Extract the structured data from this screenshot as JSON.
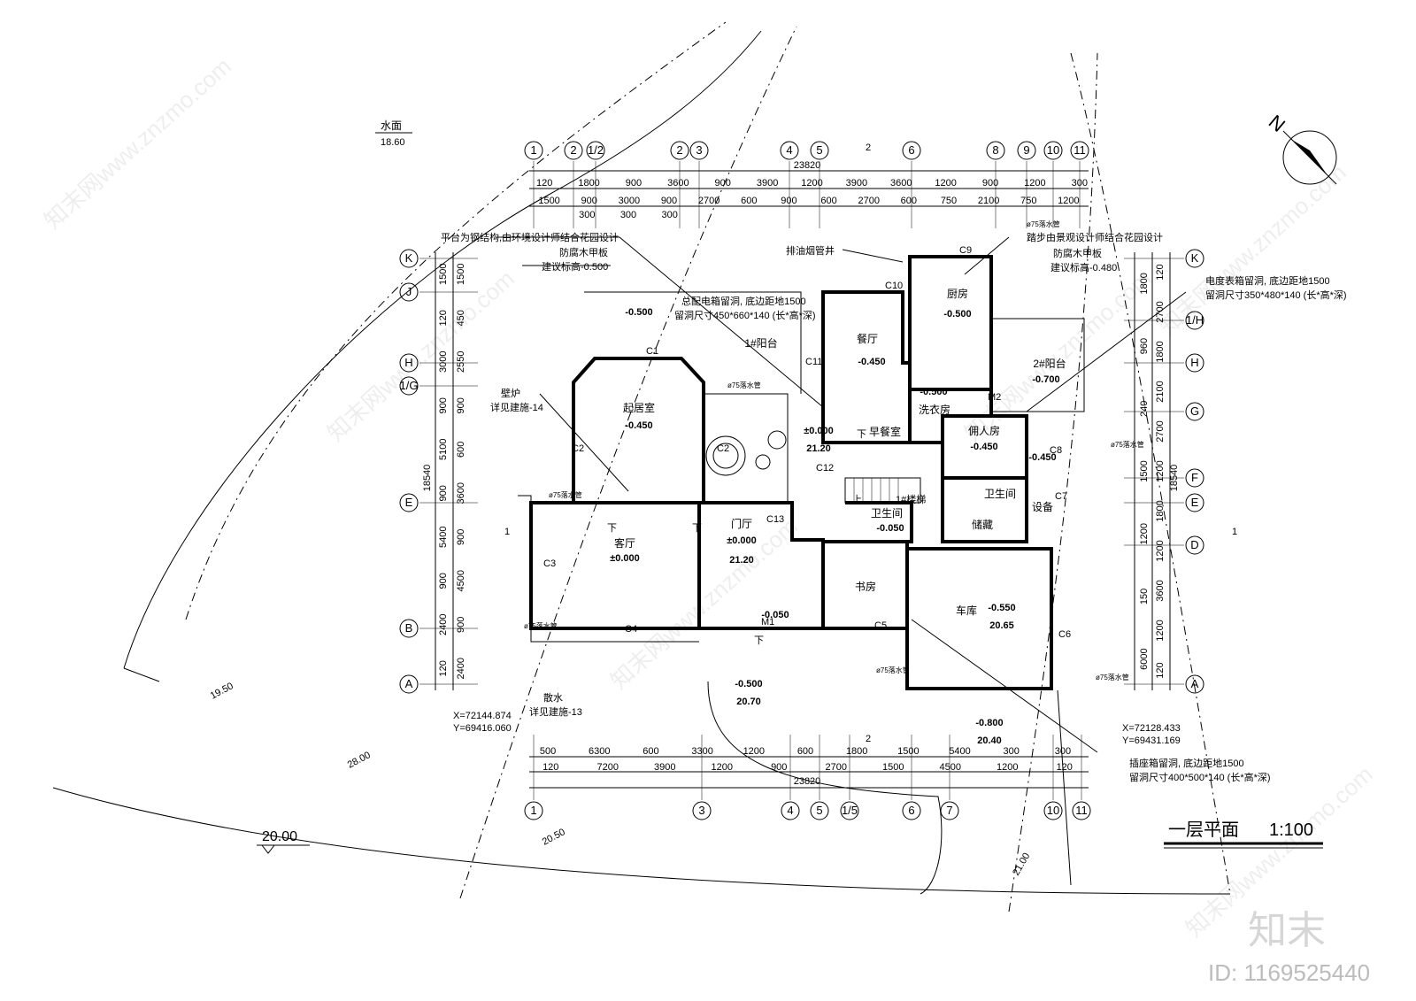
{
  "drawing": {
    "title": "一层平面",
    "scale": "1:100",
    "north": "N",
    "water_label": "水面",
    "water_level": "18.60",
    "site_level_left": "20.00",
    "brand": "知末",
    "id_text": "ID: 1169525440",
    "watermark": "知末网www.znzmo.com"
  },
  "axes_top": [
    "1",
    "2",
    "1/2",
    "2",
    "3",
    "4",
    "5",
    "6",
    "8",
    "9",
    "10",
    "11"
  ],
  "axes_bottom": [
    "1",
    "3",
    "4",
    "5",
    "1/5",
    "6",
    "7",
    "10",
    "11"
  ],
  "axes_left": [
    "K",
    "J",
    "H",
    "1/G",
    "E",
    "B",
    "A"
  ],
  "axes_right": [
    "K",
    "1/H",
    "H",
    "G",
    "F",
    "E",
    "D",
    "A"
  ],
  "dims": {
    "total_width": "23820",
    "total_height": "18540",
    "top_row1": [
      "120",
      "1800",
      "900",
      "3600",
      "900",
      "3900",
      "1200",
      "3900",
      "3600",
      "1200",
      "900",
      "1200",
      "300"
    ],
    "top_row2": [
      "1500",
      "900",
      "3000",
      "900",
      "2700",
      "600",
      "900",
      "600",
      "2700",
      "600",
      "750",
      "2100",
      "750",
      "1200"
    ],
    "top_row3": [
      "300",
      "300",
      "300"
    ],
    "bottom_row1": [
      "500",
      "6300",
      "600",
      "3300",
      "1200",
      "600",
      "1800",
      "1500",
      "5400",
      "300",
      "300"
    ],
    "bottom_row2": [
      "120",
      "7200",
      "3900",
      "1200",
      "900",
      "2700",
      "1500",
      "4500",
      "1200",
      "120"
    ],
    "left_outer": [
      "1500",
      "120",
      "3000",
      "900",
      "5100",
      "900",
      "5400",
      "900",
      "2400",
      "120"
    ],
    "left_inner": [
      "1500",
      "450",
      "2550",
      "900",
      "600",
      "3600",
      "900",
      "4500",
      "900",
      "2400"
    ],
    "right_outer": [
      "120",
      "2700",
      "1800",
      "2100",
      "2700",
      "1200",
      "1800",
      "1200",
      "3600",
      "1200",
      "120"
    ],
    "right_inner": [
      "1800",
      "960",
      "240",
      "1500",
      "1200",
      "150",
      "6000"
    ]
  },
  "rooms": [
    {
      "name": "起居室",
      "level": "-0.450"
    },
    {
      "name": "客厅",
      "level": "±0.000"
    },
    {
      "name": "门厅",
      "level": "±0.000"
    },
    {
      "name": "1#阳台",
      "level": ""
    },
    {
      "name": "餐厅",
      "level": "-0.450"
    },
    {
      "name": "厨房",
      "level": "-0.500"
    },
    {
      "name": "早餐室",
      "level": ""
    },
    {
      "name": "洗衣房",
      "level": "-0.500"
    },
    {
      "name": "佣人房",
      "level": "-0.450"
    },
    {
      "name": "2#阳台",
      "level": "-0.700"
    },
    {
      "name": "卫生间",
      "level": ""
    },
    {
      "name": "储藏",
      "level": ""
    },
    {
      "name": "设备",
      "level": ""
    },
    {
      "name": "书房",
      "level": ""
    },
    {
      "name": "车库",
      "level": "-0.550"
    }
  ],
  "levels": {
    "deck_left": "-0.500",
    "court": "±0.000",
    "court_abs": "21.20",
    "hall_abs": "21.20",
    "wc_level": "-0.050",
    "m1_level": "-0.050",
    "garage_abs": "20.65",
    "front_level": "-0.500",
    "front_abs": "20.70",
    "drive_level": "-0.800",
    "drive_abs": "20.40",
    "servant_hall": "-0.450",
    "contour_1": "19.50",
    "contour_2": "28.00",
    "contour_3": "20.50",
    "contour_4": "21.00"
  },
  "notes": {
    "platform": "平台为钢结构,由环境设计师结合花园设计",
    "deck_left": "防腐木甲板",
    "deck_left_level": "建议标高-0.500",
    "electric_box": "总配电箱留洞, 底边距地1500",
    "electric_size": "留洞尺寸450*660*140 (长*高*深)",
    "chimney": "排油烟管井",
    "steps": "踏步由景观设计师结合花园设计",
    "deck_right": "防腐木甲板",
    "deck_right_level": "建议标高-0.480",
    "meter_box": "电度表箱留洞, 底边距地1500",
    "meter_size": "留洞尺寸350*480*140 (长*高*深)",
    "fireplace": "壁炉",
    "fireplace_ref": "详见建施-14",
    "apron": "散水",
    "apron_ref": "详见建施-13",
    "coord_left_x": "X=72144.874",
    "coord_left_y": "Y=69416.060",
    "coord_right_x": "X=72128.433",
    "coord_right_y": "Y=69431.169",
    "socket_box": "插座箱留洞, 底边距地1500",
    "socket_size": "留洞尺寸400*500*140 (长*高*深)",
    "drain": "ø75落水管",
    "stair": "1#楼梯",
    "section_mark": "1",
    "section_mark_2": "2",
    "down": "下",
    "up": "上"
  },
  "windows": [
    "C1",
    "C2",
    "C2",
    "C3",
    "C4",
    "C5",
    "C6",
    "C7",
    "C8",
    "C9",
    "C10",
    "C11",
    "C12",
    "C13",
    "M1",
    "M2"
  ]
}
